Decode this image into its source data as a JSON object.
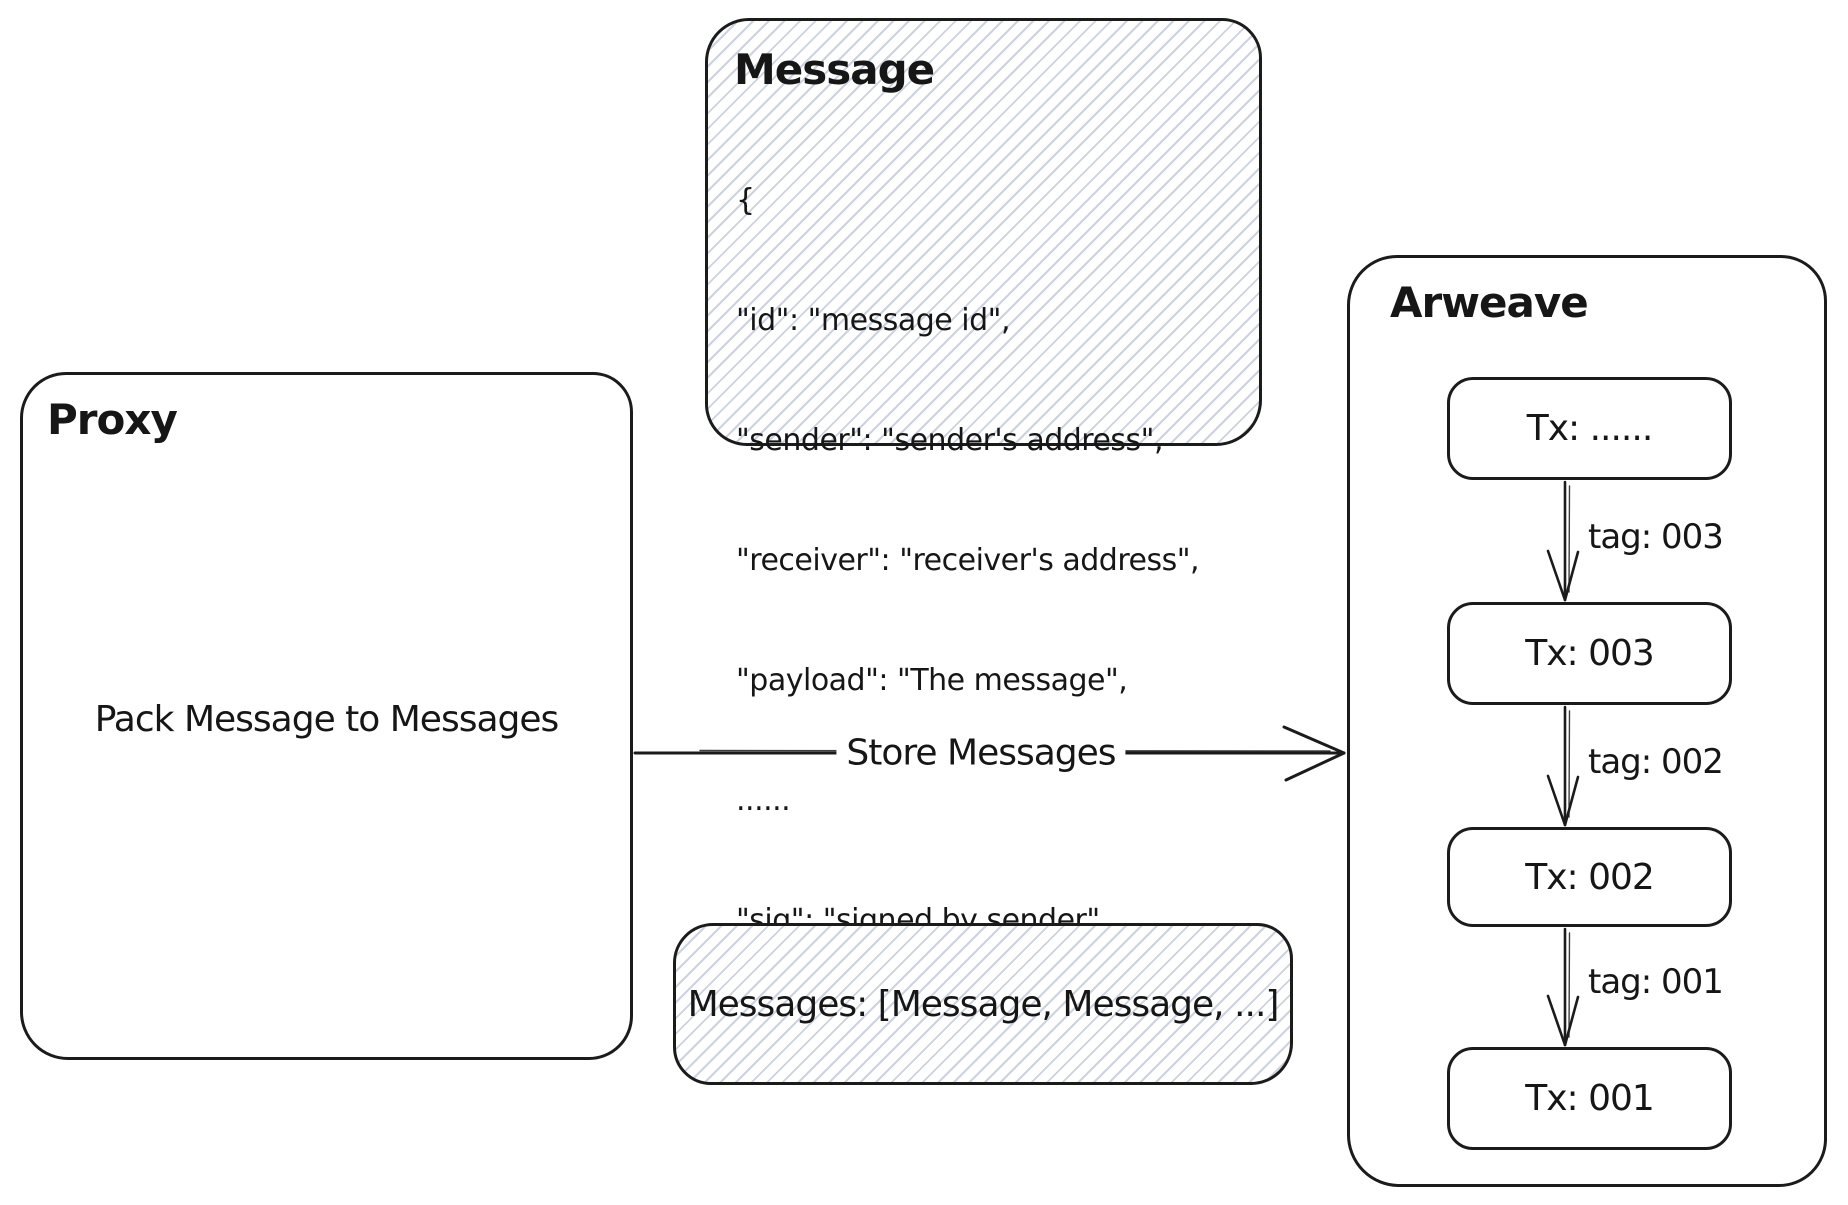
{
  "proxy": {
    "title": "Proxy",
    "body": "Pack Message to Messages"
  },
  "message": {
    "title": "Message",
    "lines": [
      "{",
      "\"id\": \"message id\",",
      "\"sender\": \"sender's address\",",
      "\"receiver\": \"receiver's address\",",
      "\"payload\": \"The message\",",
      "......",
      "\"sig\": \"signed by sender\",",
      "}"
    ]
  },
  "messages_box": {
    "label": "Messages: [Message, Message, ...]"
  },
  "store_arrow": {
    "label": "Store Messages"
  },
  "arweave": {
    "title": "Arweave",
    "transactions": [
      {
        "label": "Tx: ......"
      },
      {
        "label": "Tx: 003"
      },
      {
        "label": "Tx: 002"
      },
      {
        "label": "Tx: 001"
      }
    ],
    "tags": [
      {
        "label": "tag: 003"
      },
      {
        "label": "tag: 002"
      },
      {
        "label": "tag: 001"
      }
    ]
  },
  "colors": {
    "stroke": "#1b1b1b",
    "hatch": "#ccd3de",
    "background": "#ffffff"
  }
}
